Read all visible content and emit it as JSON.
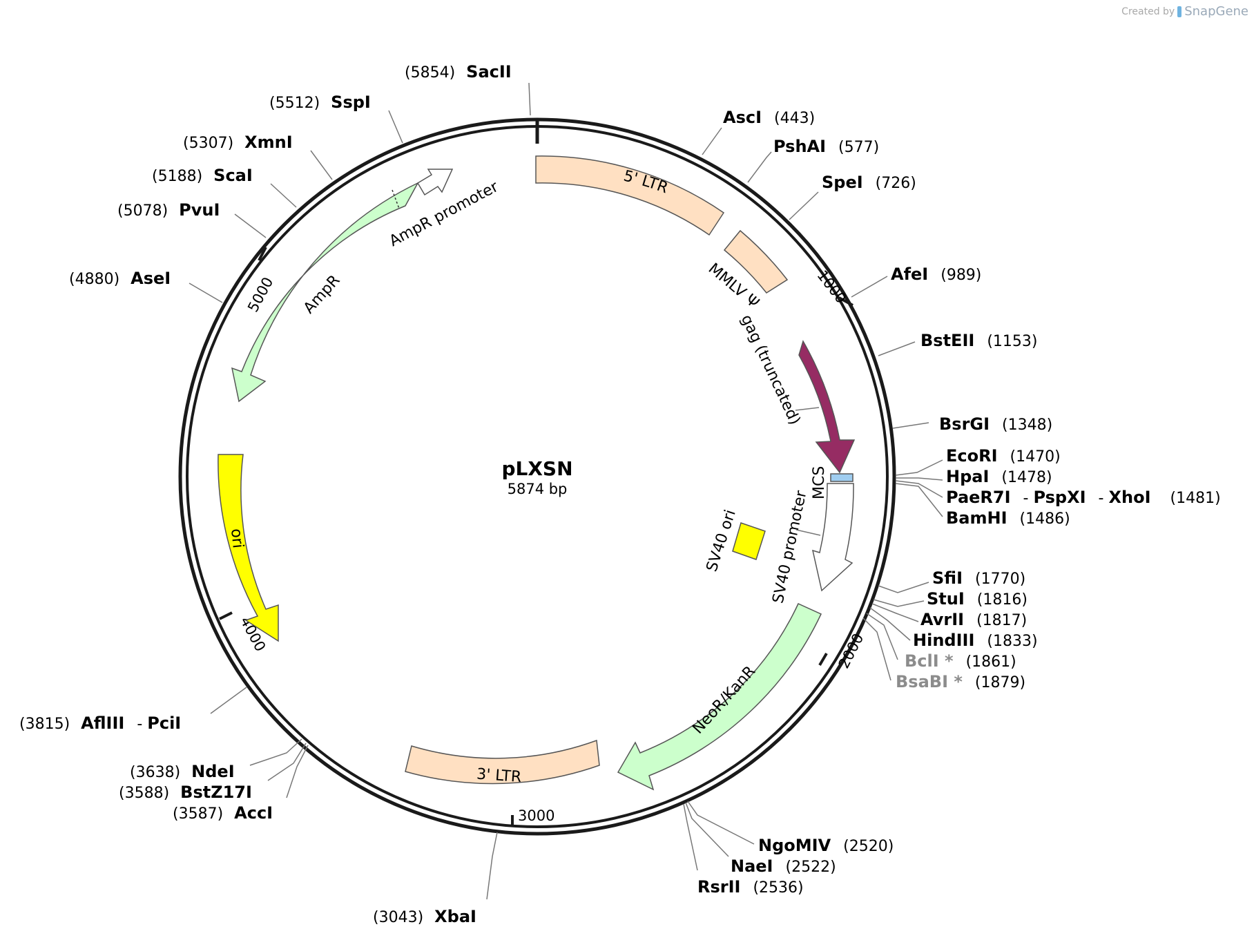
{
  "credit": {
    "created_by": "Created by",
    "logo": "SnapGene"
  },
  "plasmid": {
    "name": "pLXSN",
    "size_label": "5874 bp",
    "length": 5874
  },
  "ticks": [
    {
      "label": "1000",
      "pos": 1000
    },
    {
      "label": "2000",
      "pos": 2000
    },
    {
      "label": "3000",
      "pos": 3000
    },
    {
      "label": "4000",
      "pos": 4000
    },
    {
      "label": "5000",
      "pos": 5000
    }
  ],
  "features": [
    {
      "name": "5' LTR",
      "type": "ltr",
      "color": "#ffe0c2"
    },
    {
      "name": "MMLV Ψ",
      "type": "ltr",
      "color": "#ffe0c2"
    },
    {
      "name": "gag (truncated)",
      "type": "gag",
      "color": "#962c63"
    },
    {
      "name": "MCS",
      "type": "mcs",
      "color": "#9fcdf0"
    },
    {
      "name": "SV40 promoter",
      "type": "promoter",
      "color": "#ffffff"
    },
    {
      "name": "SV40 ori",
      "type": "ori",
      "color": "#ffff00"
    },
    {
      "name": "NeoR/KanR",
      "type": "marker",
      "color": "#ccffcc"
    },
    {
      "name": "3' LTR",
      "type": "ltr",
      "color": "#ffe0c2"
    },
    {
      "name": "ori",
      "type": "ori",
      "color": "#ffff00"
    },
    {
      "name": "AmpR",
      "type": "marker",
      "color": "#ccffcc"
    },
    {
      "name": "AmpR promoter",
      "type": "promoter",
      "color": "#ffffff"
    }
  ],
  "sites": [
    {
      "names": [
        "SacII"
      ],
      "pos": "(5854)",
      "side": "left"
    },
    {
      "names": [
        "SspI"
      ],
      "pos": "(5512)",
      "side": "left"
    },
    {
      "names": [
        "XmnI"
      ],
      "pos": "(5307)",
      "side": "left"
    },
    {
      "names": [
        "ScaI"
      ],
      "pos": "(5188)",
      "side": "left"
    },
    {
      "names": [
        "PvuI"
      ],
      "pos": "(5078)",
      "side": "left"
    },
    {
      "names": [
        "AseI"
      ],
      "pos": "(4880)",
      "side": "left"
    },
    {
      "names": [
        "AscI"
      ],
      "pos": "(443)",
      "side": "right"
    },
    {
      "names": [
        "PshAI"
      ],
      "pos": "(577)",
      "side": "right"
    },
    {
      "names": [
        "SpeI"
      ],
      "pos": "(726)",
      "side": "right"
    },
    {
      "names": [
        "AfeI"
      ],
      "pos": "(989)",
      "side": "right"
    },
    {
      "names": [
        "BstEII"
      ],
      "pos": "(1153)",
      "side": "right"
    },
    {
      "names": [
        "BsrGI"
      ],
      "pos": "(1348)",
      "side": "right"
    },
    {
      "names": [
        "EcoRI"
      ],
      "pos": "(1470)",
      "side": "right"
    },
    {
      "names": [
        "HpaI"
      ],
      "pos": "(1478)",
      "side": "right"
    },
    {
      "names": [
        "PaeR7I",
        "PspXI",
        "XhoI"
      ],
      "pos": "(1481)",
      "side": "right"
    },
    {
      "names": [
        "BamHI"
      ],
      "pos": "(1486)",
      "side": "right"
    },
    {
      "names": [
        "SfiI"
      ],
      "pos": "(1770)",
      "side": "right"
    },
    {
      "names": [
        "StuI"
      ],
      "pos": "(1816)",
      "side": "right"
    },
    {
      "names": [
        "AvrII"
      ],
      "pos": "(1817)",
      "side": "right"
    },
    {
      "names": [
        "HindIII"
      ],
      "pos": "(1833)",
      "side": "right"
    },
    {
      "names": [
        "BclI *"
      ],
      "pos": "(1861)",
      "side": "right",
      "methylation_blocked": true
    },
    {
      "names": [
        "BsaBI *"
      ],
      "pos": "(1879)",
      "side": "right",
      "methylation_blocked": true
    },
    {
      "names": [
        "NgoMIV"
      ],
      "pos": "(2520)",
      "side": "right"
    },
    {
      "names": [
        "NaeI"
      ],
      "pos": "(2522)",
      "side": "right"
    },
    {
      "names": [
        "RsrII"
      ],
      "pos": "(2536)",
      "side": "right"
    },
    {
      "names": [
        "XbaI"
      ],
      "pos": "(3043)",
      "side": "left"
    },
    {
      "names": [
        "AflIII",
        "PciI"
      ],
      "pos": "(3815)",
      "side": "left"
    },
    {
      "names": [
        "NdeI"
      ],
      "pos": "(3638)",
      "side": "left"
    },
    {
      "names": [
        "BstZ17I"
      ],
      "pos": "(3588)",
      "side": "left"
    },
    {
      "names": [
        "AccI"
      ],
      "pos": "(3587)",
      "side": "left"
    }
  ]
}
